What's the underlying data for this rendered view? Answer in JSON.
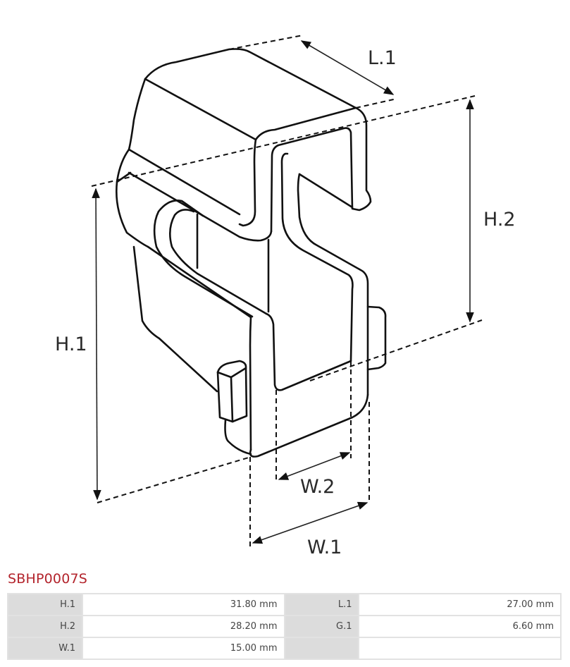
{
  "drawing": {
    "title": "Brush holder technical drawing",
    "dimension_labels": {
      "L1": "L.1",
      "H1": "H.1",
      "H2": "H.2",
      "W1": "W.1",
      "W2": "W.2"
    }
  },
  "part": {
    "code": "SBHP0007S"
  },
  "specs": {
    "rows": [
      {
        "label_left": "H.1",
        "value_left": "31.80  mm",
        "label_right": "L.1",
        "value_right": "27.00 mm"
      },
      {
        "label_left": "H.2",
        "value_left": "28.20 mm",
        "label_right": "G.1",
        "value_right": "6.60 mm"
      },
      {
        "label_left": "W.1",
        "value_left": "15.00 mm",
        "label_right": "",
        "value_right": ""
      }
    ]
  },
  "colors": {
    "title_red": "#b3242c",
    "label_cell_bg": "#dcdcdc",
    "table_border": "#e2e2e2",
    "line": "#111111"
  }
}
